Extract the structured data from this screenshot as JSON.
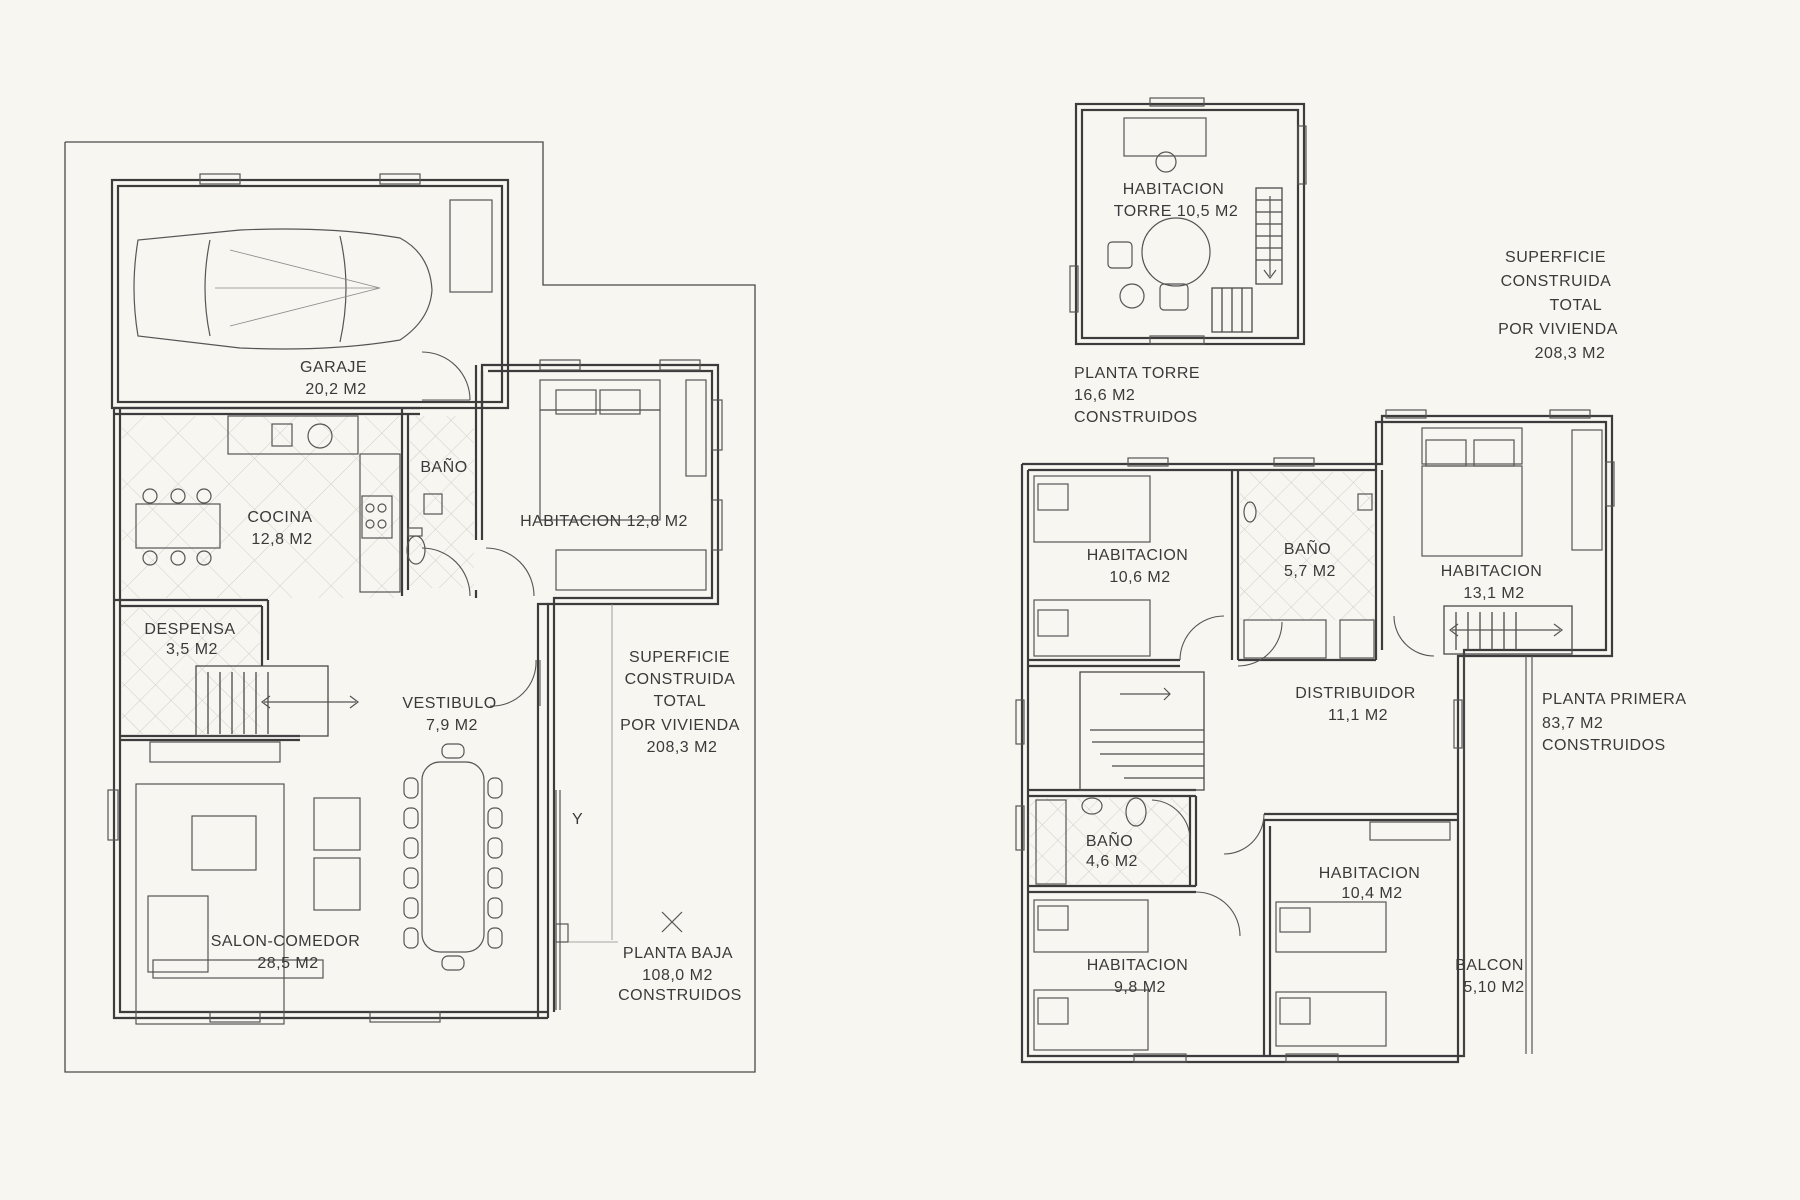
{
  "planta_baja": {
    "rooms": {
      "garaje": [
        "GARAJE",
        "20,2 M2"
      ],
      "bano": [
        "BAÑO"
      ],
      "habitacion": [
        "HABITACION 12,8 M2"
      ],
      "cocina": [
        "COCINA",
        "12,8 M2"
      ],
      "despensa": [
        "DESPENSA",
        "3,5 M2"
      ],
      "vestibulo": [
        "VESTIBULO",
        "7,9 M2"
      ],
      "salon": [
        "SALON-COMEDOR",
        "28,5 M2"
      ]
    },
    "superficie": [
      "SUPERFICIE",
      "CONSTRUIDA",
      "TOTAL",
      "POR VIVIENDA",
      "208,3 M2"
    ],
    "planta": [
      "PLANTA BAJA",
      "108,0 M2",
      "CONSTRUIDOS"
    ],
    "marks": {
      "y": "Y"
    }
  },
  "planta_torre": {
    "rooms": {
      "habitacion_torre": [
        "HABITACION",
        "TORRE 10,5 M2"
      ]
    },
    "planta": [
      "PLANTA TORRE",
      "16,6 M2",
      "CONSTRUIDOS"
    ]
  },
  "superficie_right": [
    "SUPERFICIE",
    "CONSTRUIDA",
    "TOTAL",
    "POR VIVIENDA",
    "208,3 M2"
  ],
  "planta_primera": {
    "rooms": {
      "hab_a": [
        "HABITACION",
        "10,6 M2"
      ],
      "bano_a": [
        "BAÑO",
        "5,7 M2"
      ],
      "hab_b": [
        "HABITACION",
        "13,1 M2"
      ],
      "distribuidor": [
        "DISTRIBUIDOR",
        "11,1 M2"
      ],
      "bano_b": [
        "BAÑO",
        "4,6 M2"
      ],
      "hab_c": [
        "HABITACION",
        "10,4 M2"
      ],
      "hab_d": [
        "HABITACION",
        "9,8 M2"
      ],
      "balcon": [
        "BALCON",
        "5,10 M2"
      ]
    },
    "planta": [
      "PLANTA PRIMERA",
      "83,7 M2",
      "CONSTRUIDOS"
    ]
  }
}
